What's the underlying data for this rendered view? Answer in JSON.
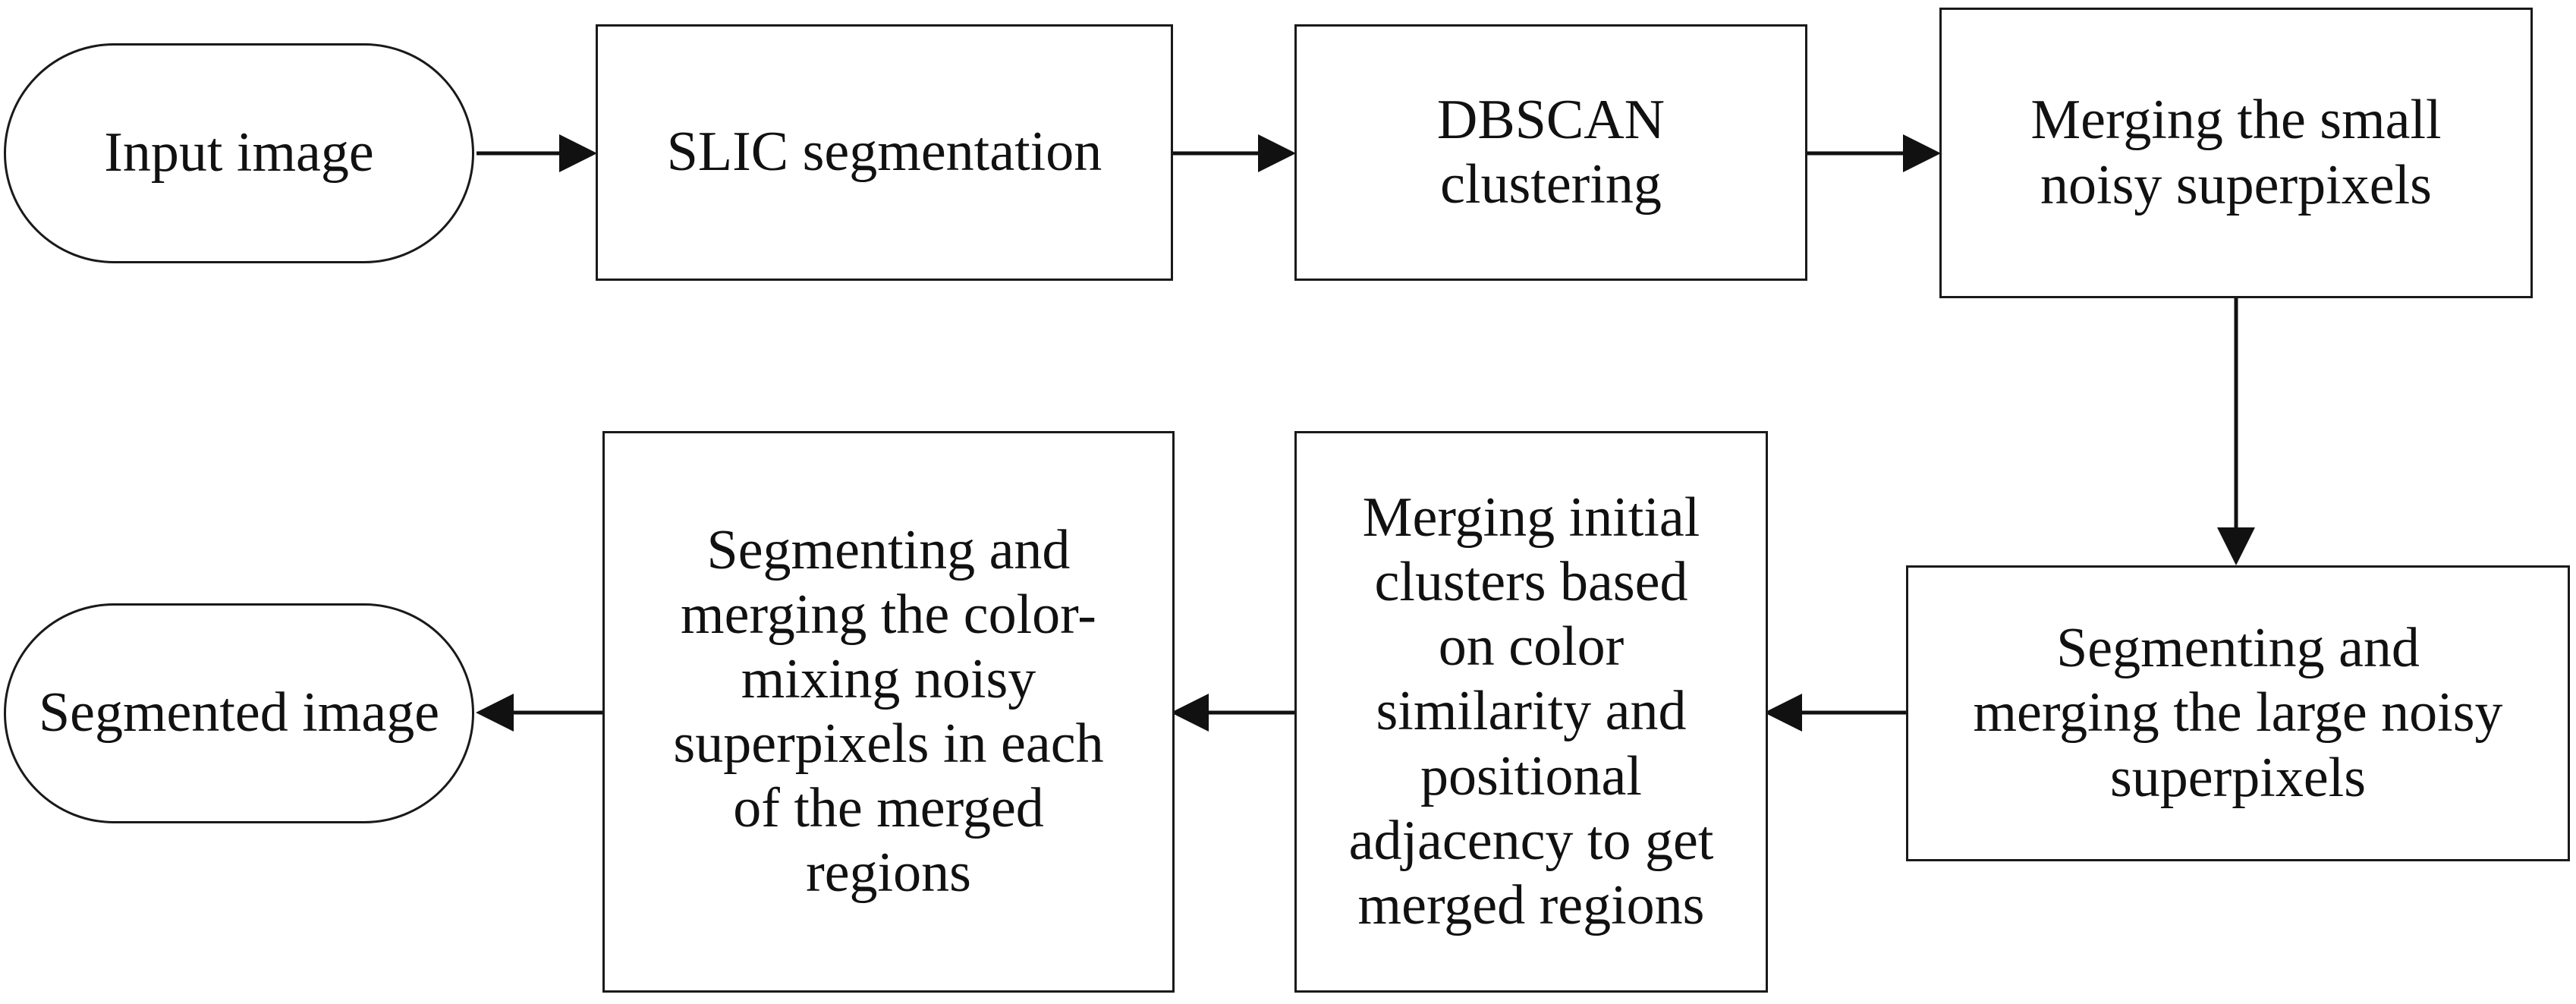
{
  "diagram": {
    "nodes": [
      {
        "id": "input",
        "label": "Input image",
        "shape": "terminal"
      },
      {
        "id": "slic",
        "label": "SLIC segmentation",
        "shape": "process"
      },
      {
        "id": "dbscan",
        "label": "DBSCAN\nclustering",
        "shape": "process"
      },
      {
        "id": "merge_small",
        "label": "Merging the small\nnoisy superpixels",
        "shape": "process"
      },
      {
        "id": "seg_large",
        "label": "Segmenting and\nmerging the large noisy\nsuperpixels",
        "shape": "process"
      },
      {
        "id": "merge_initial",
        "label": "Merging initial\nclusters based\non color\nsimilarity and\npositional\nadjacency to get\nmerged regions",
        "shape": "process"
      },
      {
        "id": "seg_color",
        "label": "Segmenting and\nmerging the color-\nmixing noisy\nsuperpixels in each\nof the merged\nregions",
        "shape": "process"
      },
      {
        "id": "output",
        "label": "Segmented image",
        "shape": "terminal"
      }
    ],
    "edges": [
      {
        "from": "input",
        "to": "slic"
      },
      {
        "from": "slic",
        "to": "dbscan"
      },
      {
        "from": "dbscan",
        "to": "merge_small"
      },
      {
        "from": "merge_small",
        "to": "seg_large"
      },
      {
        "from": "seg_large",
        "to": "merge_initial"
      },
      {
        "from": "merge_initial",
        "to": "seg_color"
      },
      {
        "from": "seg_color",
        "to": "output"
      }
    ]
  }
}
